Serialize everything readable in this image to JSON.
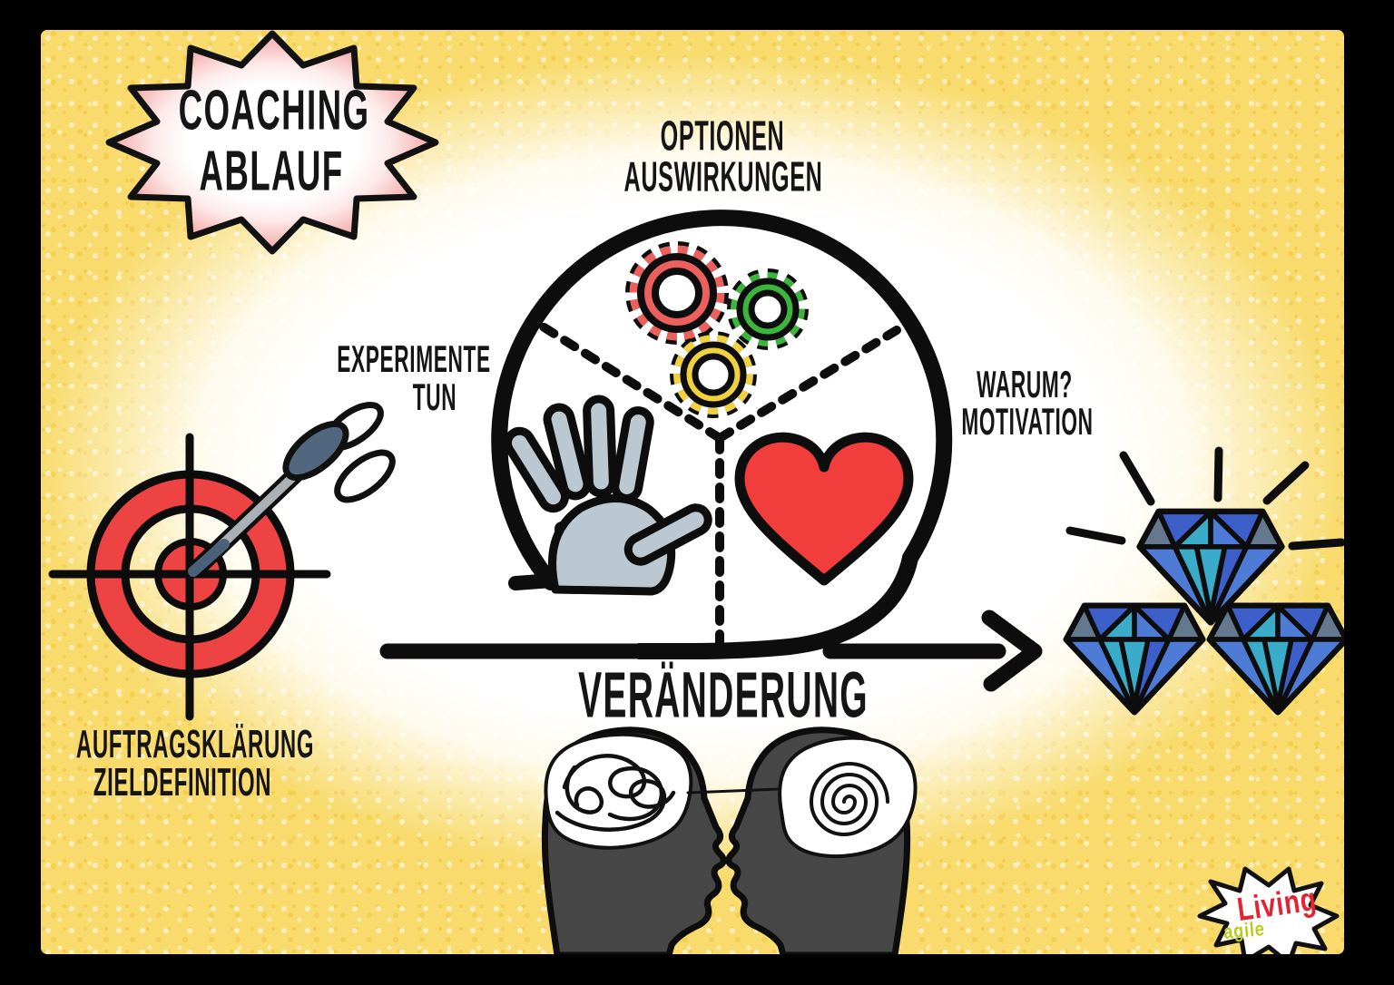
{
  "title_bubble": {
    "line1": "COACHING",
    "line2": "ABLAUF"
  },
  "sections": {
    "options": {
      "line1": "OPTIONEN",
      "line2": "AUSWIRKUNGEN"
    },
    "experiments": {
      "line1": "EXPERIMENTE",
      "line2": "TUN"
    },
    "motivation": {
      "line1": "WARUM?",
      "line2": "MOTIVATION"
    },
    "change": {
      "label": "VERÄNDERUNG"
    },
    "goal": {
      "line1": "AUFTRAGSKLÄRUNG",
      "line2": "ZIELDEFINITION"
    }
  },
  "logo": {
    "word1": "Living",
    "word2": "agile"
  },
  "icons": [
    {
      "name": "burst-bubble-icon"
    },
    {
      "name": "target-dart-icon"
    },
    {
      "name": "loop-arrow-icon"
    },
    {
      "name": "right-arrow-icon"
    },
    {
      "name": "gears-icon"
    },
    {
      "name": "hand-icon"
    },
    {
      "name": "heart-icon"
    },
    {
      "name": "diamonds-icon"
    },
    {
      "name": "sparkle-rays-icon"
    },
    {
      "name": "facing-heads-icon"
    },
    {
      "name": "tangled-brain-icon"
    },
    {
      "name": "spiral-brain-icon"
    },
    {
      "name": "logo-burst-icon"
    }
  ],
  "colors": {
    "frame_black": "#000000",
    "border_wash_yellow": "#f8db6c",
    "bubble_glow_red": "#ee8e93",
    "crayon_red": "#ee4343",
    "gear_green": "#3cb53c",
    "gear_yellow": "#f1d23e",
    "hand_gray": "#bcc8d1",
    "diamond_blue": "#3d5fc9",
    "diamond_light_blue": "#4d7bd6",
    "diamond_teal": "#3aabc9",
    "diamond_slate": "#64788f",
    "head_charcoal": "#474747",
    "logo_red": "#e32330",
    "logo_green": "#b8cc1c"
  }
}
